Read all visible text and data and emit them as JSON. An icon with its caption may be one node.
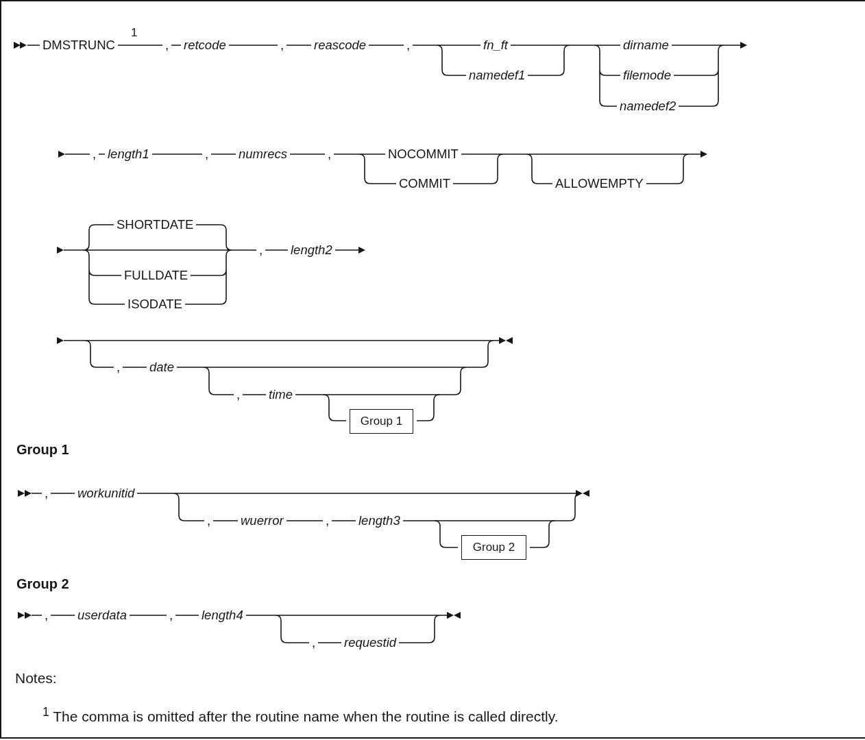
{
  "diagram": {
    "nodes": [
      {
        "text": [
          "Group 1"
        ]
      },
      {
        "text": [
          "Group 2"
        ]
      }
    ],
    "edges": [],
    "labels": [
      "DMSTRUNC",
      "1",
      ",",
      "retcode",
      ",",
      "reascode",
      ",",
      "fn_ft",
      "dirname",
      "namedef1",
      "filemode",
      "namedef2",
      ",",
      "length1",
      ",",
      "numrecs",
      ",",
      "NOCOMMIT",
      "COMMIT",
      "ALLOWEMPTY",
      "SHORTDATE",
      ",",
      "length2",
      "FULLDATE",
      "ISODATE",
      ",",
      "date",
      ",",
      "time",
      "Group 1",
      ",",
      "workunitid",
      ",",
      "wuerror",
      ",",
      "length3",
      "Group 2",
      ",",
      "userdata",
      ",",
      "length4",
      ",",
      "requestid",
      "Notes:",
      "$^{1}$ The comma is omitted after the routine name when the routine is called directly."
    ]
  }
}
